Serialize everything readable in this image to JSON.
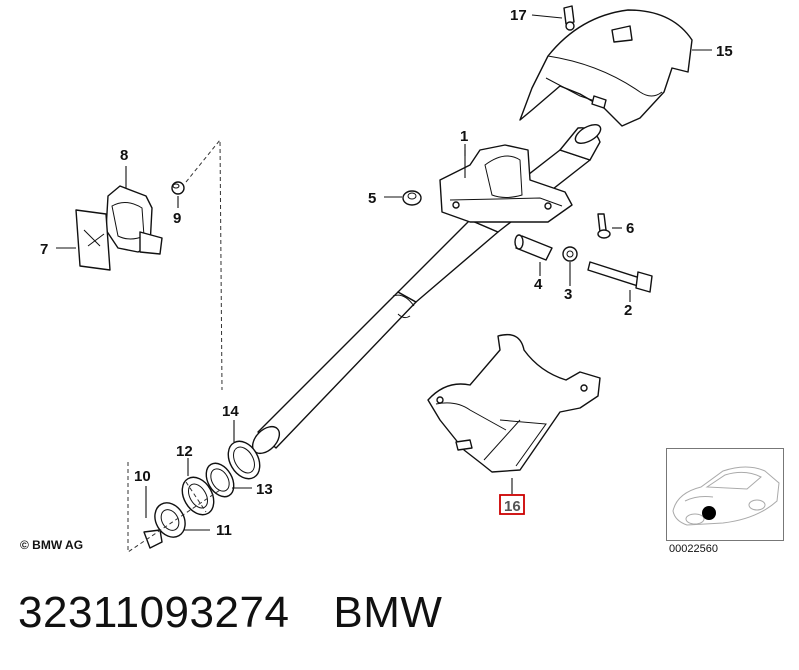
{
  "diagram": {
    "callouts": [
      "1",
      "2",
      "3",
      "4",
      "5",
      "6",
      "7",
      "8",
      "9",
      "10",
      "11",
      "12",
      "13",
      "14",
      "15",
      "16",
      "17"
    ],
    "highlighted": "16",
    "highlight_color": "#cc0000"
  },
  "copyright": "© BMW AG",
  "thumbnail": {
    "code": "00022560"
  },
  "footer": {
    "part_number": "32311093274",
    "brand": "BMW"
  }
}
